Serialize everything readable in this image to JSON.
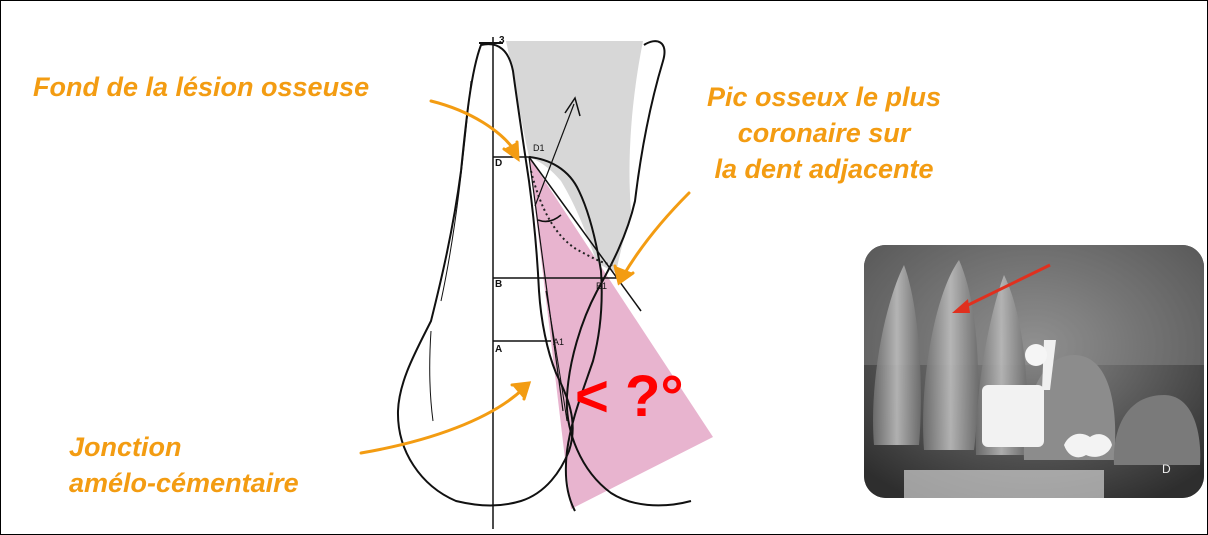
{
  "labels": {
    "fond": "Fond de la lésion osseuse",
    "pic": [
      "Pic osseux le plus",
      "coronaire sur",
      "la dent adjacente"
    ],
    "jonction": [
      "Jonction",
      "amélo-cémentaire"
    ],
    "angle": "< ?°"
  },
  "diagram_marks": {
    "top": "3",
    "d": "D",
    "d1": "D1",
    "b": "B",
    "b1": "B1",
    "a": "A",
    "a1": "A1"
  },
  "colors": {
    "accent_orange": "#f39c12",
    "angle_red": "#ff0000",
    "bone_gray": "#d7d7d7",
    "defect_pink": "#e8b4cf",
    "arrow_red": "#e0301e"
  },
  "xray": {
    "corner_mark": "D"
  }
}
